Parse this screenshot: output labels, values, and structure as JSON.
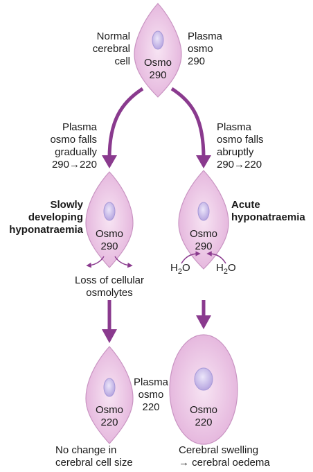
{
  "colors": {
    "cell_fill": "#ecc8e6",
    "cell_edge": "#c994c2",
    "nucleus_fill": "#c7b8e6",
    "nucleus_edge": "#a698d8",
    "arrow": "#8a3a8e"
  },
  "top": {
    "left_label": "Normal\ncerebral\ncell",
    "right_label": "Plasma\nosmo\n290",
    "cell_label": "Osmo\n290"
  },
  "left_branch": {
    "arrow_label": "Plasma\nosmo falls\ngradually\n290→220",
    "title": "Slowly\ndeveloping\nhyponatraemia",
    "cell_label": "Osmo\n290",
    "loss_label": "Loss of cellular\nosmolytes",
    "final_cell_label": "Osmo\n220",
    "final_plasma_label": "Plasma\nosmo\n220",
    "bottom_label": "No change in\ncerebral cell size"
  },
  "right_branch": {
    "arrow_label": "Plasma\nosmo falls\nabruptly\n290→220",
    "title": "Acute\nhyponatraemia",
    "cell_label": "Osmo\n290",
    "water_left": "H",
    "water_right": "H",
    "water_sub": "2",
    "water_o": "O",
    "final_cell_label": "Osmo\n220",
    "bottom_label": "Cerebral swelling\n→ cerebral oedema"
  }
}
